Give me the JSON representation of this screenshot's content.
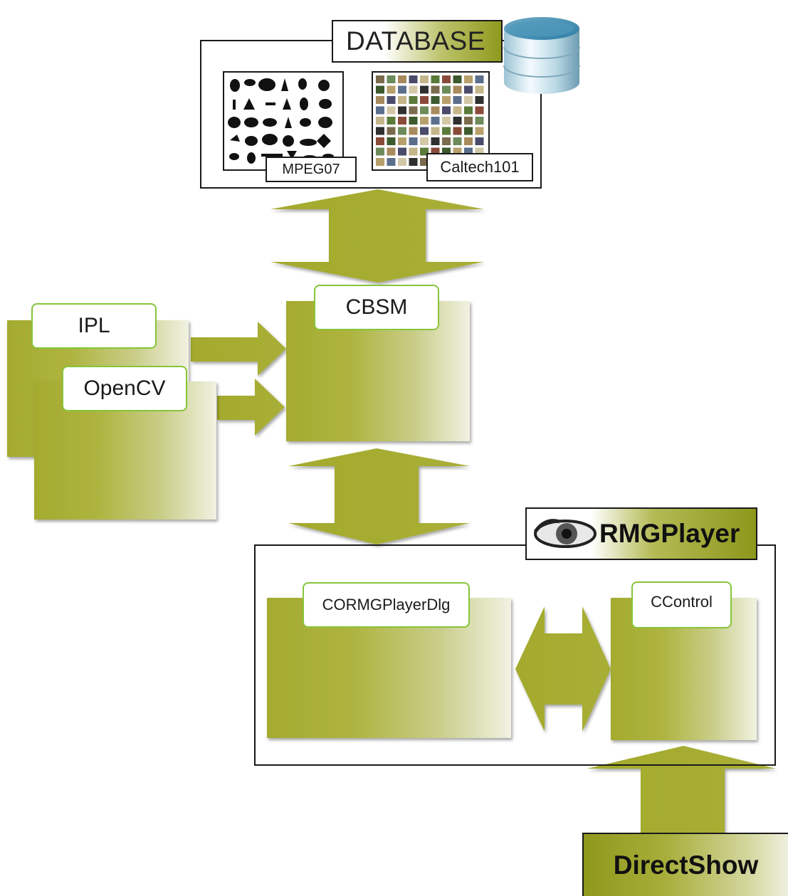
{
  "database": {
    "title": "DATABASE",
    "datasets": [
      "MPEG07",
      "Caltech101"
    ]
  },
  "modules": {
    "cbsm": "CBSM",
    "ipl": "IPL",
    "opencv": "OpenCV",
    "rmgplayer": "RMGPlayer",
    "cormgplayerdlg": "CORMGPlayerDlg",
    "ccontrol": "CControl",
    "directshow": "DirectShow"
  },
  "colors": {
    "olive": "#a4ab2f",
    "tab_border": "#86c53a",
    "frame": "#1a1a1a"
  },
  "icons": [
    "database-cylinder-icon",
    "rmgplayer-eye-logo-icon"
  ]
}
